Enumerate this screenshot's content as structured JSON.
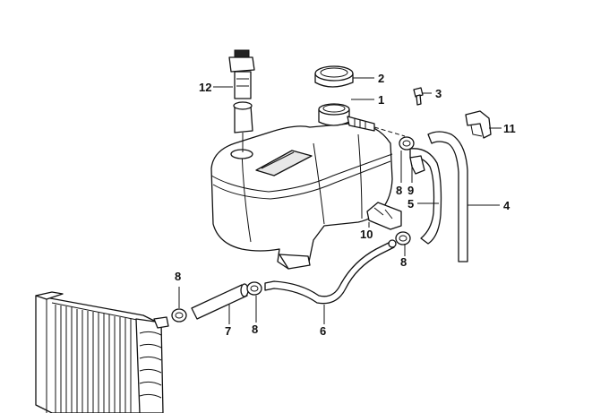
{
  "callouts": [
    {
      "id": "c1",
      "text": "1"
    },
    {
      "id": "c2",
      "text": "2"
    },
    {
      "id": "c3",
      "text": "3"
    },
    {
      "id": "c4",
      "text": "4"
    },
    {
      "id": "c5",
      "text": "5"
    },
    {
      "id": "c6",
      "text": "6"
    },
    {
      "id": "c7",
      "text": "7"
    },
    {
      "id": "c8a",
      "text": "8"
    },
    {
      "id": "c8b",
      "text": "8"
    },
    {
      "id": "c8c",
      "text": "8"
    },
    {
      "id": "c8d",
      "text": "8"
    },
    {
      "id": "c9",
      "text": "9"
    },
    {
      "id": "c10",
      "text": "10"
    },
    {
      "id": "c11",
      "text": "11"
    },
    {
      "id": "c12",
      "text": "12"
    }
  ],
  "colors": {
    "line": "#111111",
    "fill": "#ffffff",
    "shade": "#e8e8e8"
  }
}
